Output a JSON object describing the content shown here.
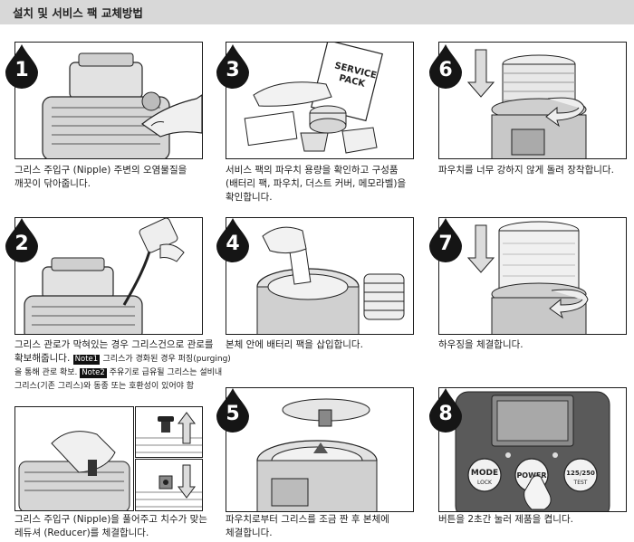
{
  "header": {
    "title": "설치 및 서비스 팩 교체방법"
  },
  "steps": [
    {
      "number": "1",
      "caption_lines": [
        "그리스 주입구 (Nipple) 주변의 오염물질을",
        "깨끗이 닦아줍니다."
      ]
    },
    {
      "number": "2",
      "caption_line1": "그리스 관로가 막혀있는 경우 그리스건으로 관로를",
      "caption_line2_a": "확보해줍니다.",
      "note1_label": "Note1",
      "note1_text": "그리스가 경화된 경우 퍼징(purging)",
      "caption_line3_a": "을 통해 관로 확보.",
      "note2_label": "Note2",
      "note2_text": "주유기로 급유될 그리스는 설비내",
      "caption_line4": "그리스(기존 그리스)와 동종 또는 호환성이 있어야 함"
    },
    {
      "number": "",
      "caption_lines": [
        "그리스 주입구 (Nipple)을 풀어주고 치수가 맞는",
        "레듀셔 (Reducer)를 체결합니다."
      ]
    },
    {
      "number": "3",
      "caption_lines": [
        "서비스 팩의 파우치 용량을 확인하고 구성품",
        "(배터리 팩, 파우치, 더스트 커버, 메모라벨)을",
        "확인합니다."
      ]
    },
    {
      "number": "4",
      "caption_lines": [
        "본체 안에 배터리 팩을 삽입합니다."
      ]
    },
    {
      "number": "5",
      "caption_lines": [
        "파우치로부터 그리스를 조금 짠 후 본체에",
        "체결합니다."
      ]
    },
    {
      "number": "6",
      "caption_lines": [
        "파우치를 너무 강하지 않게 돌려 장착합니다."
      ]
    },
    {
      "number": "7",
      "caption_lines": [
        "하우징을 체결합니다."
      ]
    },
    {
      "number": "8",
      "caption_lines": [
        "버튼을 2초간 눌러 제품을 켭니다."
      ]
    }
  ],
  "illustration_text": {
    "service_pack_label_1": "SERVICE",
    "service_pack_label_2": "PACK",
    "mode_button": "MODE",
    "mode_sub": "LOCK",
    "power_button": "POWER",
    "test_button": "125/250",
    "test_sub": "TEST"
  }
}
